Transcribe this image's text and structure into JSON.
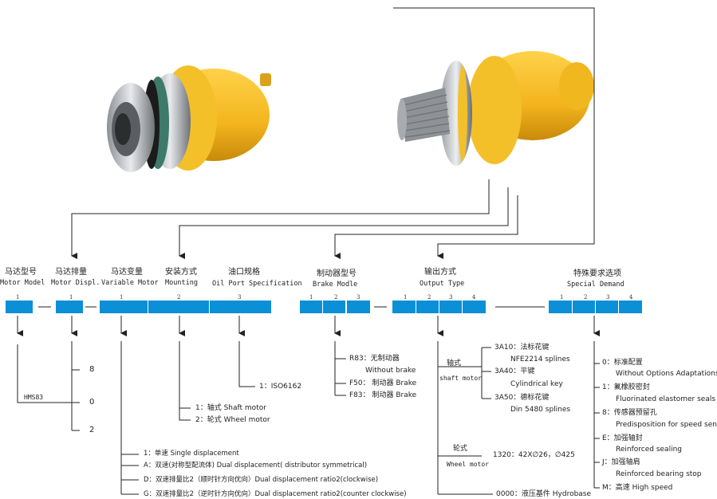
{
  "headers": [
    {
      "cn": "马达型号",
      "en": "Motor Model"
    },
    {
      "cn": "马达排量",
      "en": "Motor Displ."
    },
    {
      "cn": "马达变量",
      "en": "Variable Motor"
    },
    {
      "cn": "安装方式",
      "en": "Mounting"
    },
    {
      "cn": "油口规格",
      "en": "Oil Port Specification"
    },
    {
      "cn": "制动器型号",
      "en": "Brake Modle"
    },
    {
      "cn": "输出方式",
      "en": "Output Type"
    },
    {
      "cn": "特殊要求选项",
      "en": "Special Demand"
    }
  ],
  "slot_numbers": {
    "model": "1",
    "displ": "1",
    "variable": "1",
    "mounting": "2",
    "port": "3",
    "brake": [
      "1",
      "2",
      "3"
    ],
    "output": [
      "1",
      "2",
      "3",
      "4"
    ],
    "special": [
      "1",
      "2",
      "3",
      "4"
    ]
  },
  "model_value": "HMS83",
  "displacement_values": [
    "8",
    "0",
    "2"
  ],
  "port_value": "1：ISO6162",
  "mounting_options": [
    "1：轴式  Shaft motor",
    "2：轮式  Wheel motor"
  ],
  "variable_options": [
    "1：单速  Single displacement",
    "A：双速(对称型配流体) Dual displacement( distributor symmetrical)",
    "D：双速排量比2（顺时针方向优向）Dual displacement ratio2(clockwise)",
    "G：双速排量比2（逆时针方向优向）Dual displacement ratio2(counter clockwise)"
  ],
  "brake_options": [
    {
      "code": "R83：无制动器",
      "en": "Without brake"
    },
    {
      "code": "F50：  制动器  Brake",
      "en": ""
    },
    {
      "code": "F83：  制动器  Brake",
      "en": ""
    }
  ],
  "output": {
    "shaft_label_cn": "轴式",
    "shaft_label_en": "shaft motor",
    "shaft_options": [
      {
        "cn": "3A10：法标花键",
        "en": "NFE2214 splines"
      },
      {
        "cn": "3A40：平键",
        "en": "Cylindrical key"
      },
      {
        "cn": "3A50：德标花键",
        "en": "Din 5480 splines"
      }
    ],
    "wheel_label_cn": "轮式",
    "wheel_label_en": "Wheel motor",
    "wheel_option": "1320：42X∅26，∅425",
    "hydrobase": "0000：液压基件 Hydrobase"
  },
  "special_options": [
    {
      "cn": "0：标准配置",
      "en": "Without Options Adaptations"
    },
    {
      "cn": "1：氟橡胶密封",
      "en": "Fluorinated elastomer seals"
    },
    {
      "cn": "8：传感器预留孔",
      "en": "Predisposition for speed sensor"
    },
    {
      "cn": "E：加强轴封",
      "en": "Reinforced sealing"
    },
    {
      "cn": "J：加强轴肩",
      "en": "Reinforced bearing stop"
    },
    {
      "cn": "M：高速  High speed",
      "en": ""
    }
  ]
}
